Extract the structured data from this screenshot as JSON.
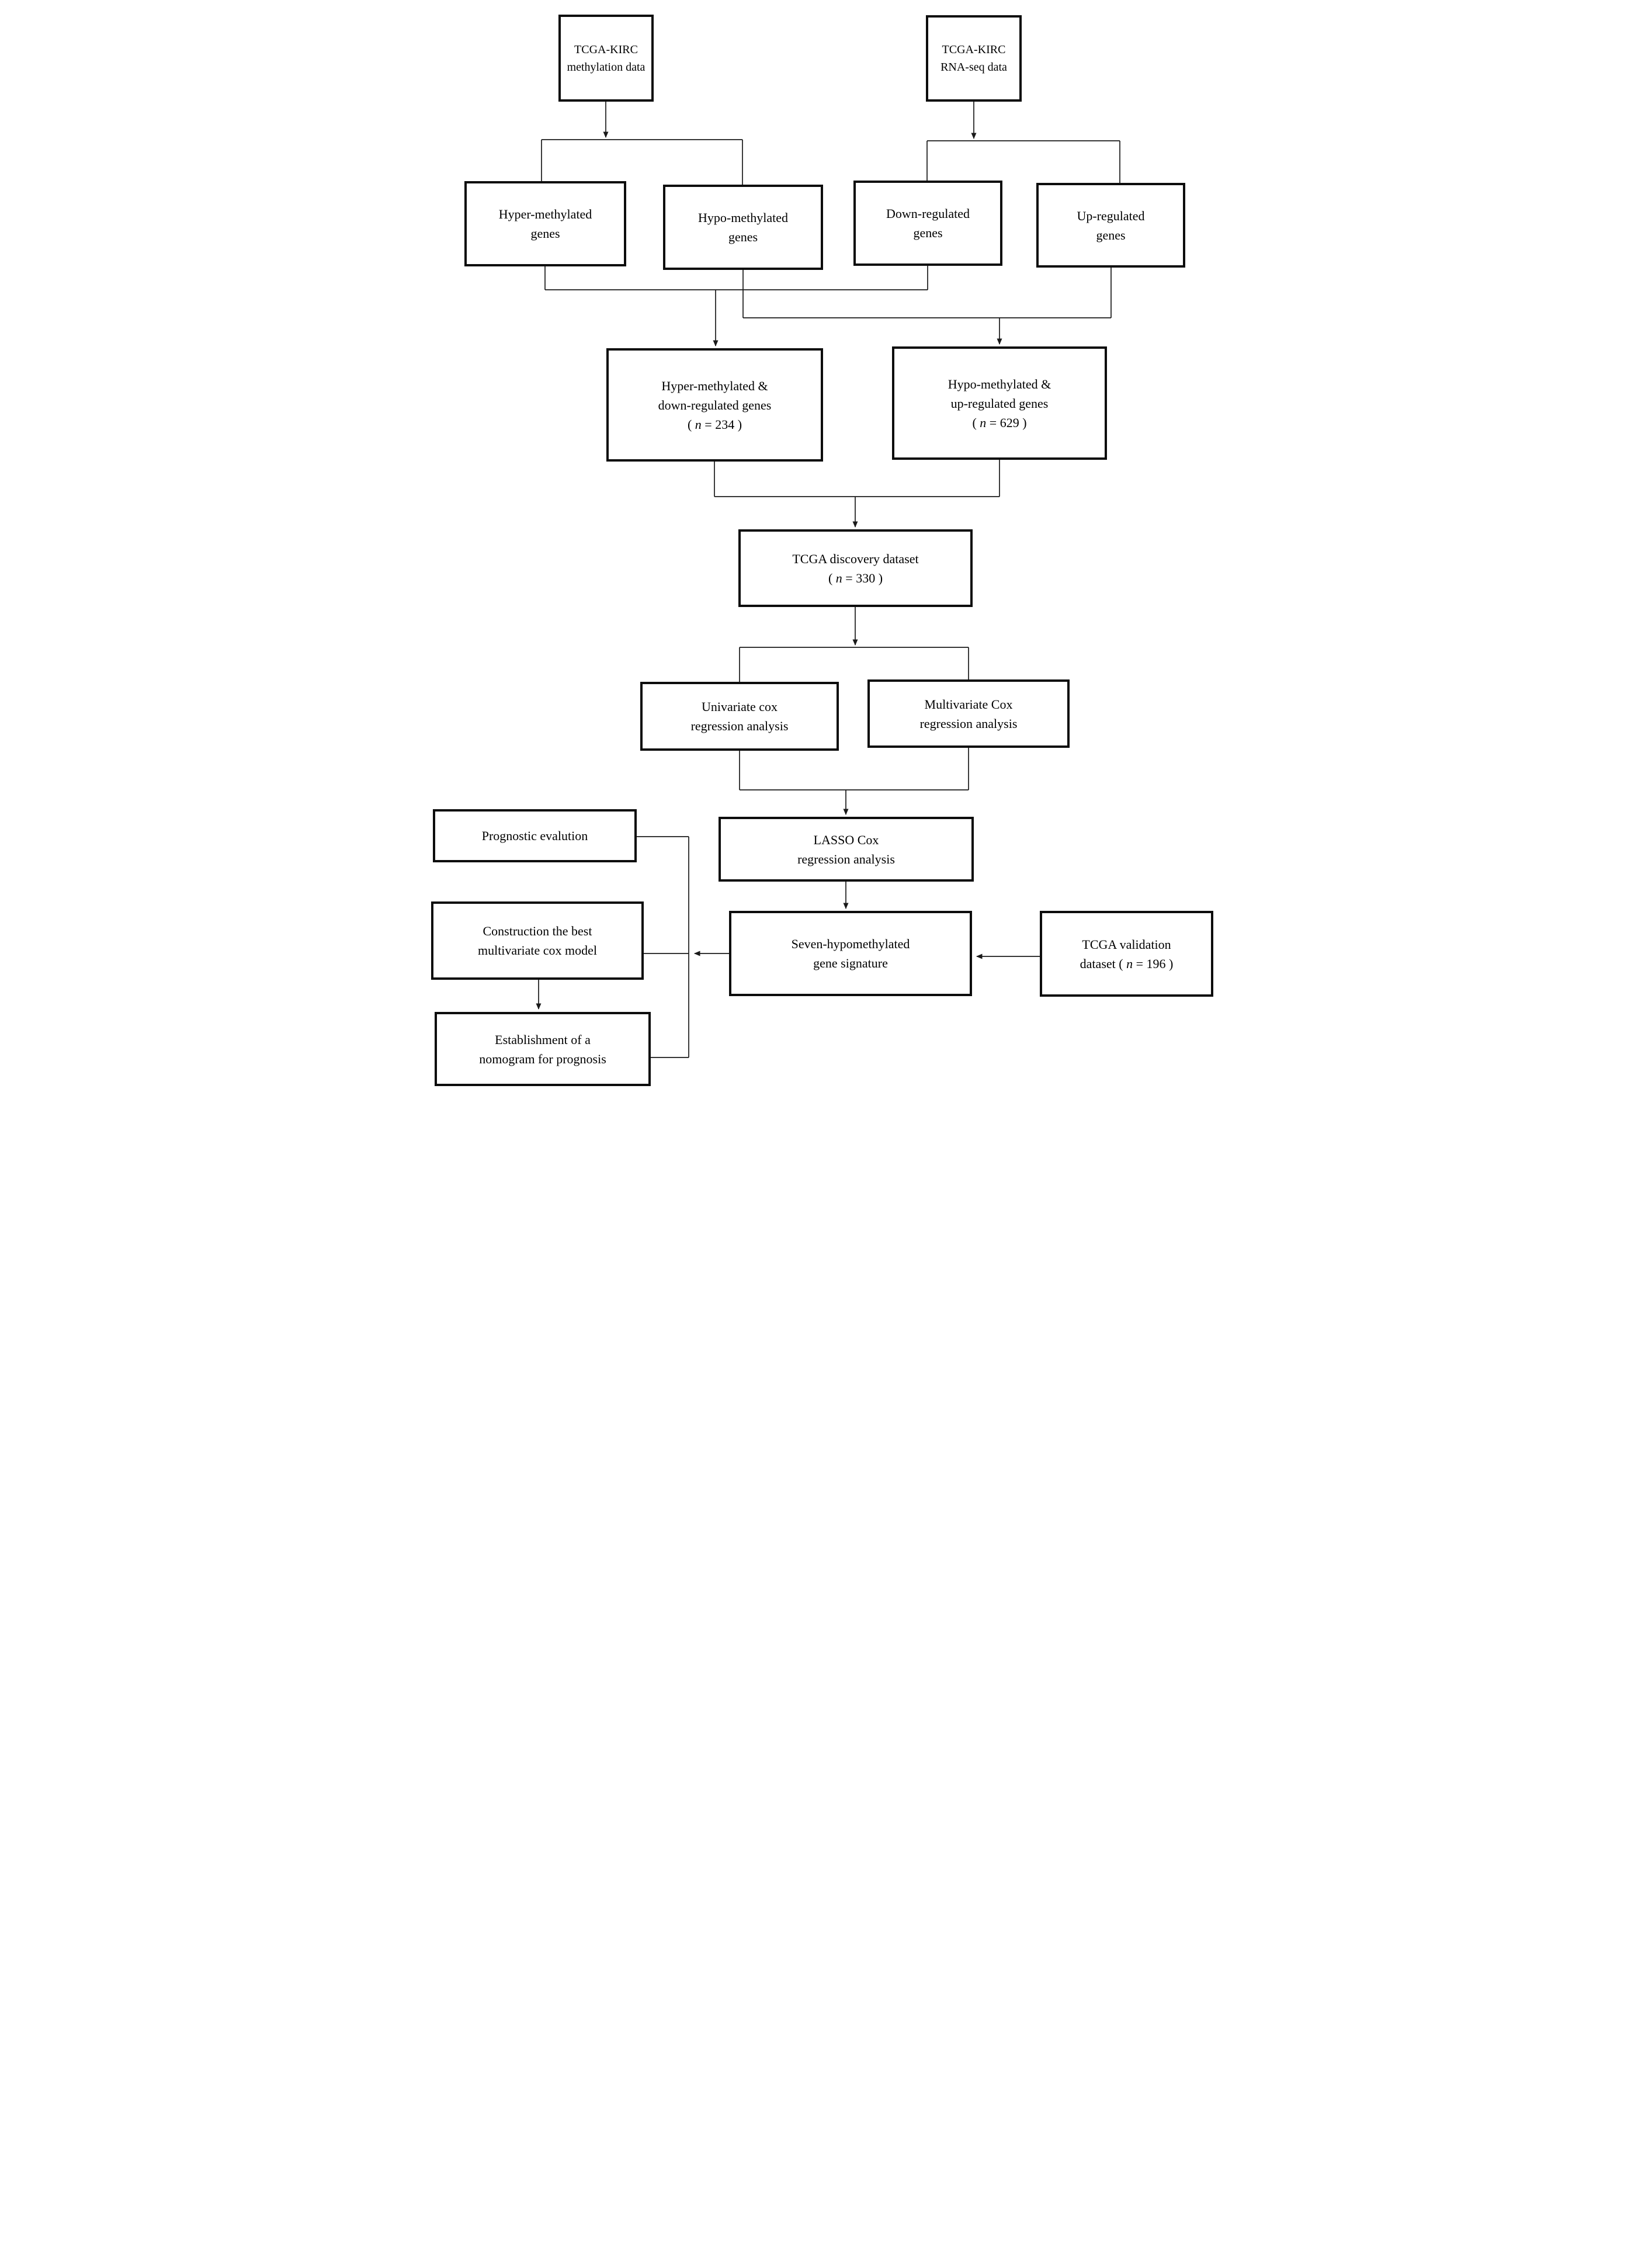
{
  "figure": {
    "background_color": "#ffffff",
    "box_border_color": "#0d0d0d",
    "connector_color": "#1a1a1a",
    "text_color": "#000000"
  },
  "nodes": {
    "methylation": {
      "lines": [
        "TCGA-KIRC",
        "methylation data"
      ]
    },
    "rnaseq": {
      "lines": [
        "TCGA-KIRC",
        "RNA-seq data"
      ]
    },
    "hyper": {
      "lines": [
        "Hyper-methylated",
        "genes"
      ]
    },
    "hypo": {
      "lines": [
        "Hypo-methylated",
        "genes"
      ]
    },
    "down": {
      "lines": [
        "Down-regulated",
        "genes"
      ]
    },
    "up": {
      "lines": [
        "Up-regulated",
        "genes"
      ]
    },
    "hyperdown": {
      "lines": [
        "Hyper-methylated &",
        "down-regulated genes",
        {
          "pre": "( ",
          "it": "n",
          "post": " = 234 )"
        }
      ]
    },
    "hypoup": {
      "lines": [
        "Hypo-methylated &",
        "up-regulated genes",
        {
          "pre": "( ",
          "it": "n",
          "post": " = 629 )"
        }
      ]
    },
    "discovery": {
      "lines": [
        "TCGA discovery dataset",
        {
          "pre": "( ",
          "it": "n",
          "post": " = 330 )"
        }
      ]
    },
    "univariate": {
      "lines": [
        "Univariate cox",
        "regression analysis"
      ]
    },
    "multivariate": {
      "lines": [
        "Multivariate Cox",
        "regression analysis"
      ]
    },
    "lasso": {
      "lines": [
        "LASSO Cox",
        "regression analysis"
      ]
    },
    "seven": {
      "lines": [
        "Seven-hypomethylated",
        "gene signature"
      ]
    },
    "validation": {
      "lines": [
        "TCGA validation",
        {
          "pre": "dataset ( ",
          "it": "n",
          "post": " = 196 )"
        }
      ]
    },
    "prognostic": {
      "lines": [
        "Prognostic evalution"
      ]
    },
    "construction": {
      "lines": [
        "Construction the best",
        "multivariate cox model"
      ]
    },
    "establishment": {
      "lines": [
        "Establishment of a",
        "nomogram for prognosis"
      ]
    }
  }
}
